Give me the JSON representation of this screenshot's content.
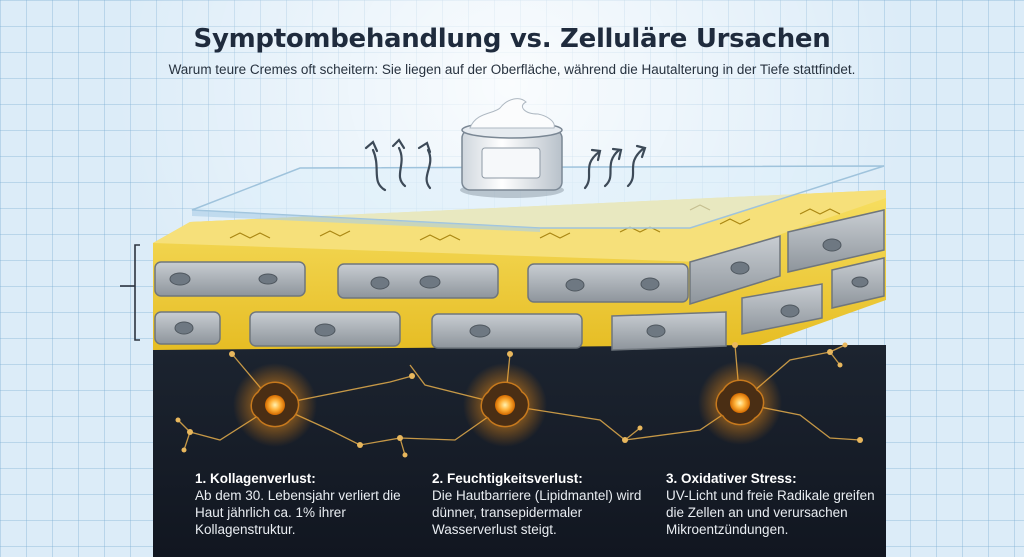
{
  "header": {
    "title": "Symptombehandlung vs. Zelluläre Ursachen",
    "subtitle": "Warum teure Cremes oft scheitern: Sie liegen auf der Oberfläche, während die Hautalterung in der Tiefe stattfindet."
  },
  "causes": [
    {
      "title": "1. Kollagenverlust:",
      "text": "Ab dem 30. Lebensjahr verliert die Haut jährlich ca. 1% ihrer Kollagenstruktur."
    },
    {
      "title": "2. Feuchtigkeitsverlust:",
      "text": "Die Hautbarriere (Lipidmantel) wird dünner, transepidermaler Wasserverlust steigt."
    },
    {
      "title": "3. Oxidativer Stress:",
      "text": "UV-Licht und freie Radikale greifen die Zellen an und verursachen Mikroentzündungen."
    }
  ],
  "colors": {
    "lipid": "#f1cf3c",
    "cell": "#a7adb3",
    "deep": "#161c26",
    "glow": "#ffa21f"
  }
}
